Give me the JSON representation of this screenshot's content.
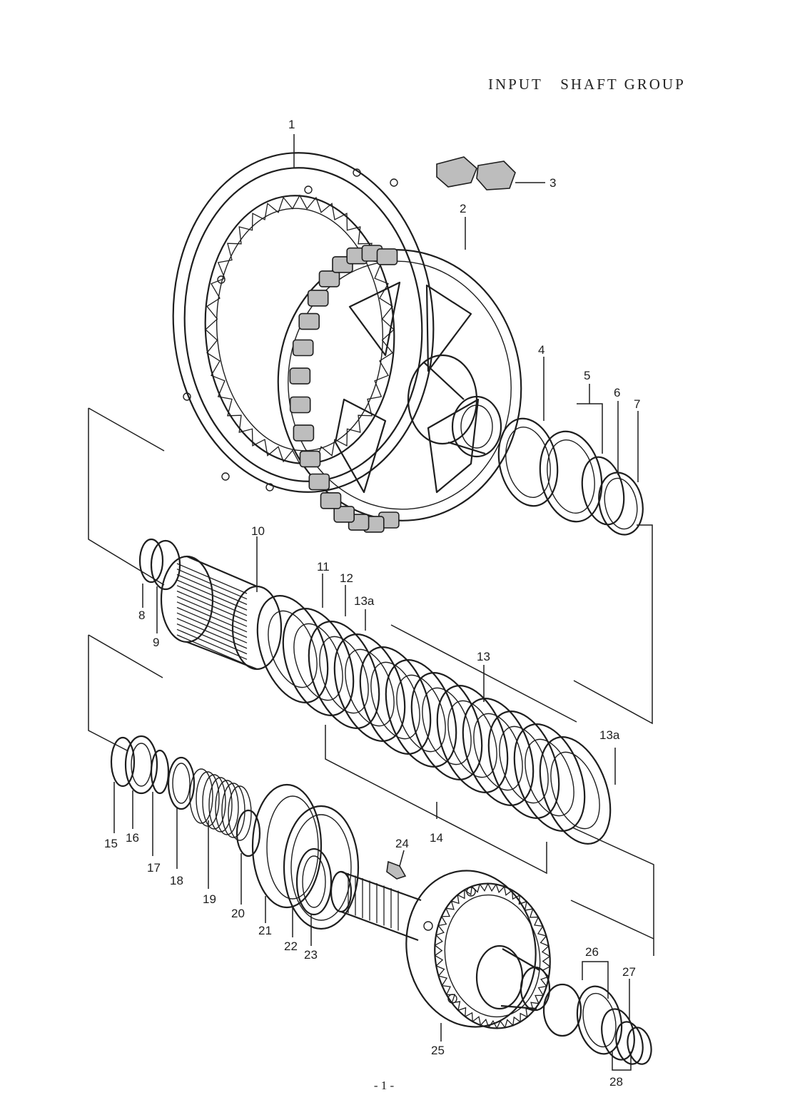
{
  "header": {
    "title": "INPUT   SHAFT GROUP"
  },
  "footer": {
    "page_number": "- 1 -"
  },
  "callouts": [
    "1",
    "2",
    "3",
    "4",
    "5",
    "6",
    "7",
    "8",
    "9",
    "10",
    "11",
    "12",
    "13a",
    "13",
    "13a",
    "14",
    "15",
    "16",
    "17",
    "18",
    "19",
    "20",
    "21",
    "22",
    "23",
    "24",
    "25",
    "26",
    "27",
    "28"
  ]
}
